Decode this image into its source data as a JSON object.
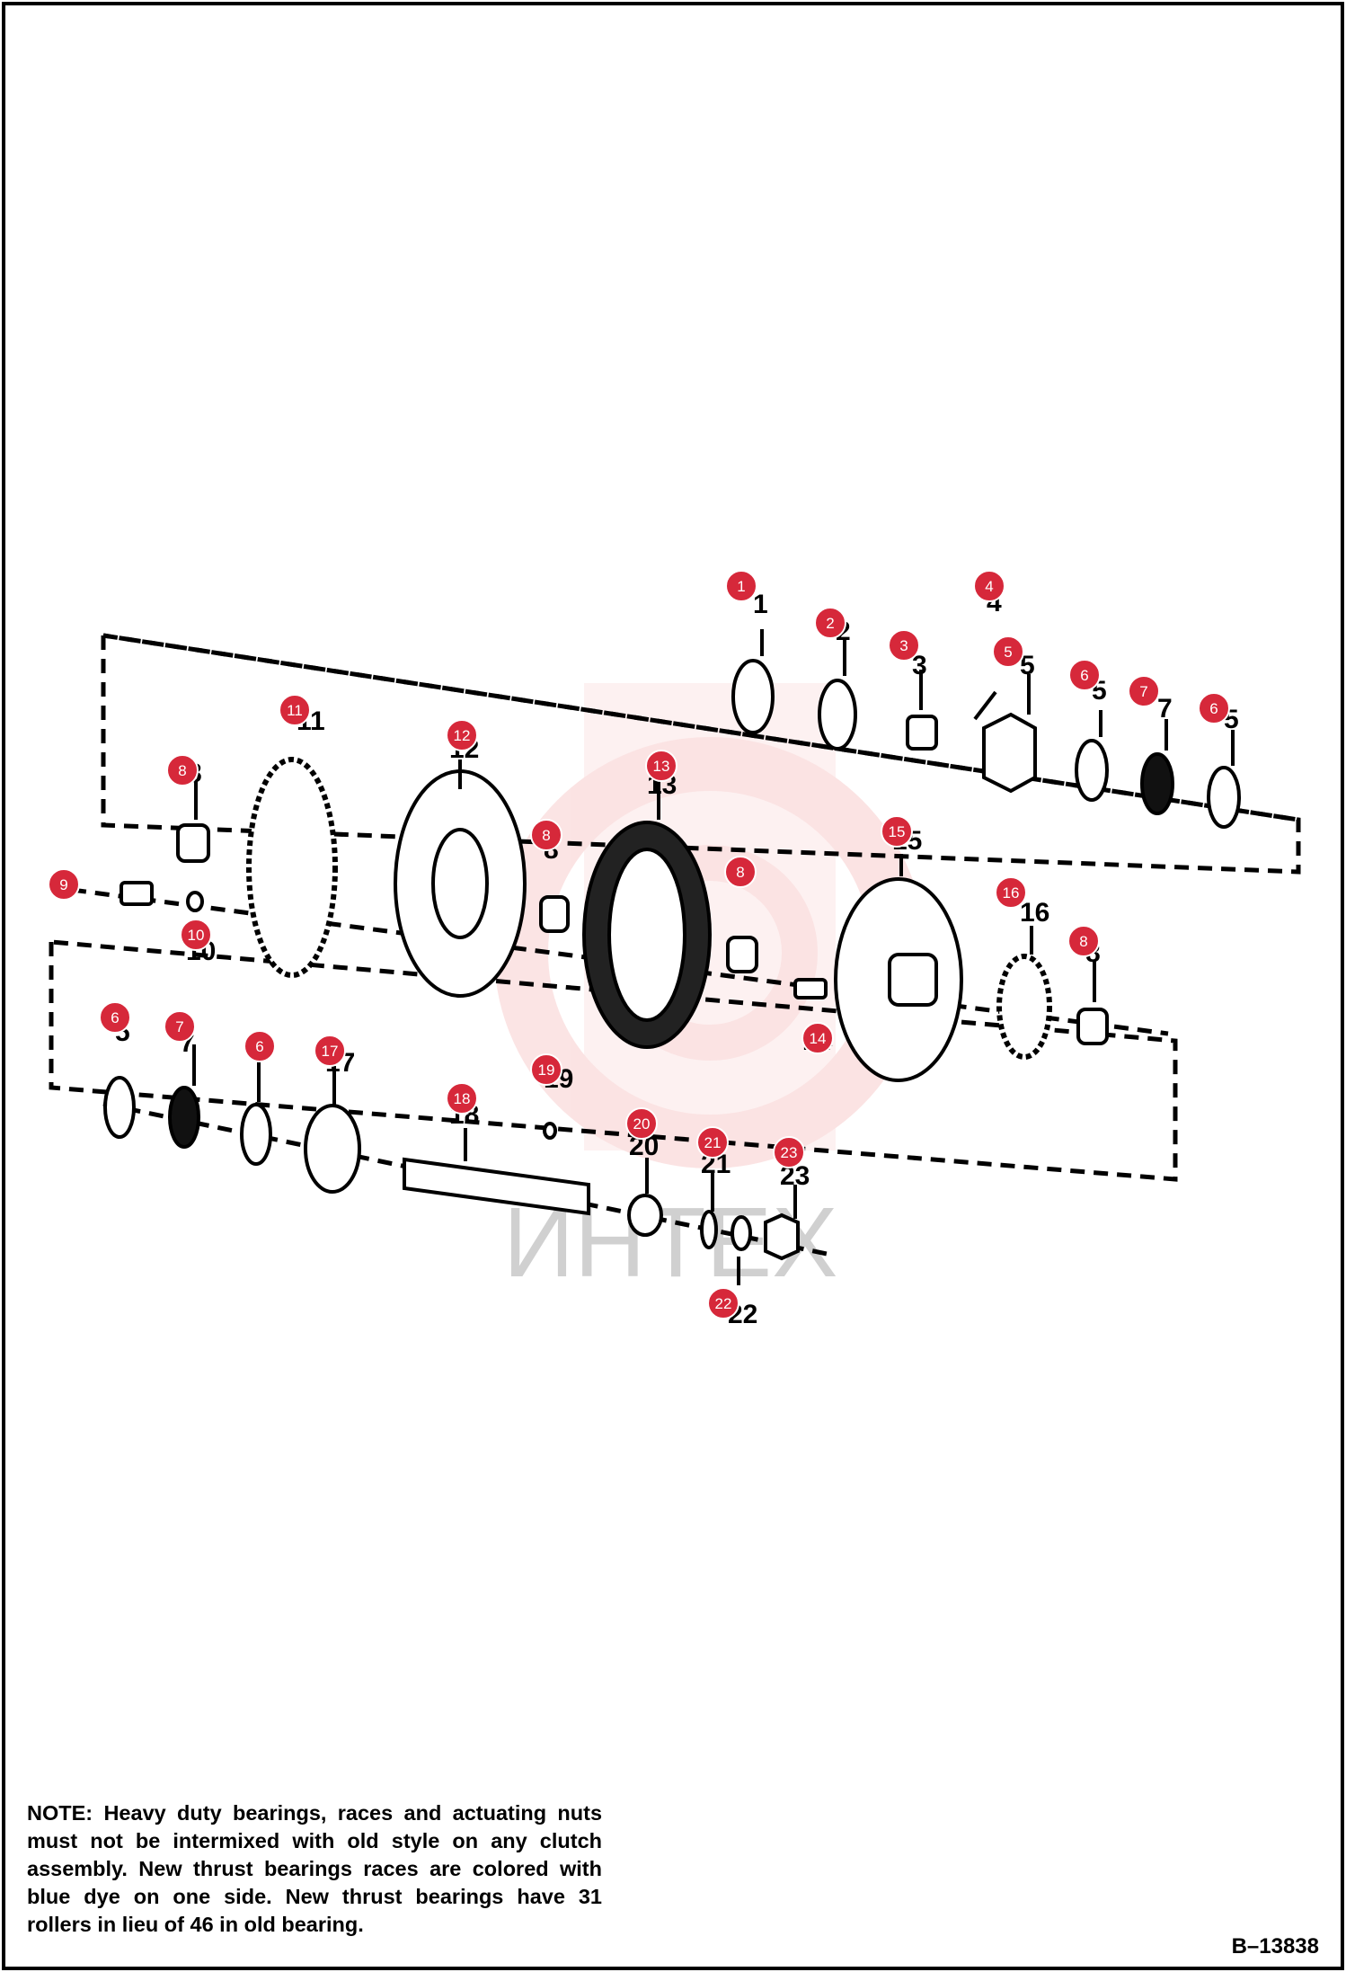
{
  "figure_ref": "B–13838",
  "note": {
    "label": "NOTE:",
    "text": "Heavy duty bearings, races and actuating nuts must not be intermixed with old style on any clutch assembly.  New thrust bearings races are colored with blue dye on one side.  New thrust bearings have 31 rollers in lieu of 46 in old bearing."
  },
  "watermark": "ИНТЕХ",
  "colors": {
    "callout": "#d6283a",
    "watermark": "#e85a5a",
    "line": "#000000"
  },
  "callouts": [
    "1",
    "2",
    "3",
    "4",
    "5",
    "6",
    "7",
    "6",
    "8",
    "11",
    "12",
    "13",
    "8",
    "9",
    "10",
    "8",
    "15",
    "16",
    "8",
    "6",
    "7",
    "6",
    "17",
    "18",
    "19",
    "20",
    "21",
    "22",
    "23",
    "14"
  ],
  "part_numbers": [
    "1",
    "2",
    "3",
    "4",
    "5",
    "5",
    "7",
    "5",
    "8",
    "11",
    "12",
    "13",
    "8",
    "8",
    "10",
    "15",
    "16",
    "8",
    "5",
    "7",
    "5",
    "17",
    "18",
    "19",
    "20",
    "21",
    "22",
    "23",
    "14"
  ]
}
